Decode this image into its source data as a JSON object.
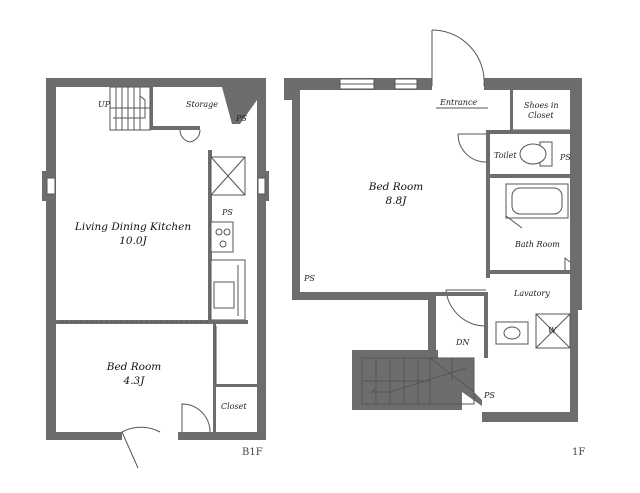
{
  "floor_b1": {
    "label": "B1F",
    "stairs_label": "UP",
    "storage_label": "Storage",
    "ps_label": "PS",
    "ldk_name": "Living Dining Kitchen",
    "ldk_size": "10.0J",
    "bedroom_name": "Bed Room",
    "bedroom_size": "4.3J",
    "closet_label": "Closet"
  },
  "floor_1": {
    "label": "1F",
    "entrance_label": "Entrance",
    "shoes_label_1": "Shoes in",
    "shoes_label_2": "Closet",
    "toilet_label": "Toilet",
    "ps_label": "PS",
    "bedroom_name": "Bed Room",
    "bedroom_size": "8.8J",
    "bathroom_label": "Bath Room",
    "lavatory_label": "Lavatory",
    "washer_label": "W",
    "stairs_label": "DN"
  },
  "colors": {
    "wall": "#6d6d6d",
    "line": "#555555"
  }
}
